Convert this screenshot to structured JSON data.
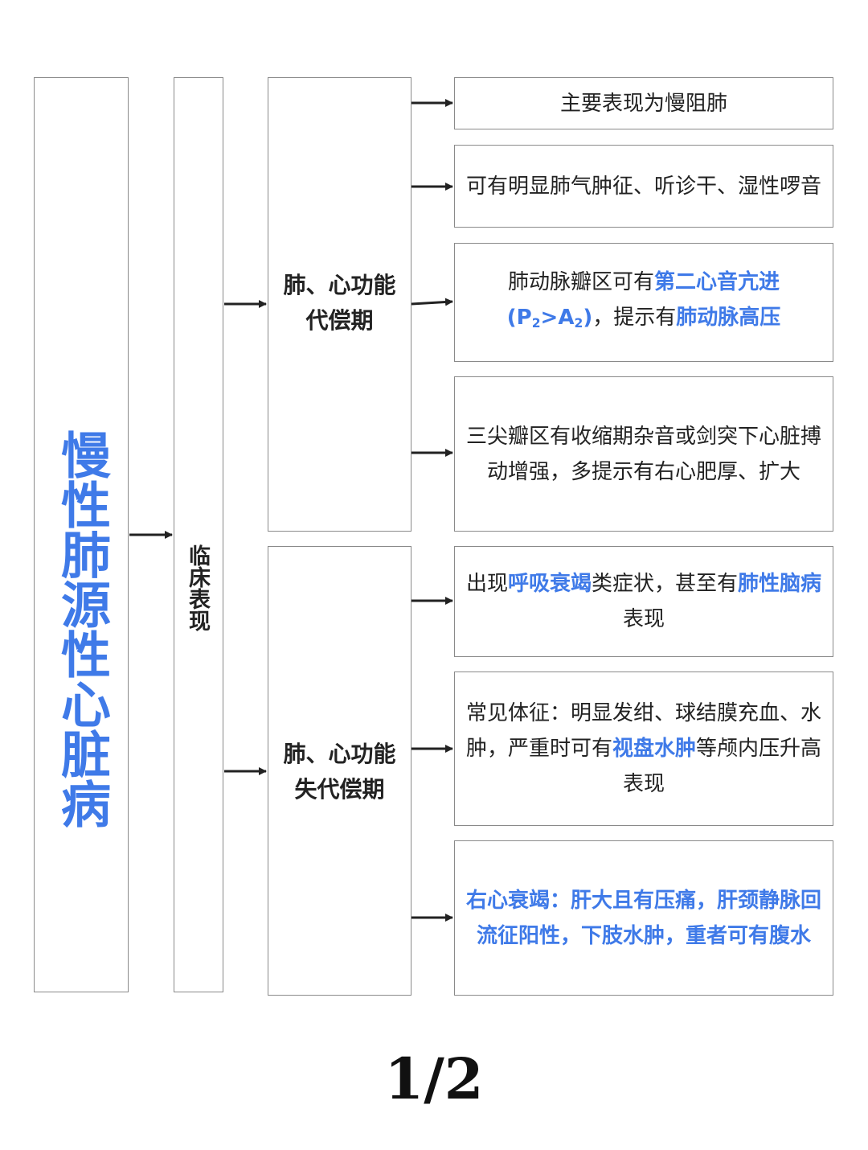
{
  "title": "慢性肺源性心脏病",
  "category": "临床表现",
  "stages": [
    {
      "label_line1": "肺、心功能",
      "label_line2": "代偿期"
    },
    {
      "label_line1": "肺、心功能",
      "label_line2": "失代偿期"
    }
  ],
  "findings": [
    {
      "parts": [
        {
          "t": "主要表现为慢阻肺"
        }
      ]
    },
    {
      "parts": [
        {
          "t": "可有明显肺气肿征、听诊干、湿性啰音"
        }
      ]
    },
    {
      "p1": "肺动脉瓣区可有",
      "h1": "第二心音亢进",
      "h2a": "(P",
      "h2sub1": "2",
      "h2b": ">A",
      "h2sub2": "2",
      "h2c": ")",
      "p2": "，提示有",
      "h3": "肺动脉高压"
    },
    {
      "parts": [
        {
          "t": "三尖瓣区有收缩期杂音或剑突下心脏搏动增强，多提示有右心肥厚、扩大"
        }
      ]
    },
    {
      "p1": "出现",
      "h1": "呼吸衰竭",
      "p2": "类症状，甚至有",
      "h2": "肺性脑病",
      "p3": "表现"
    },
    {
      "p1": "常见体征：明显发绀、球结膜充血、水肿，严重时可有",
      "h1": "视盘水肿",
      "p2": "等颅内压升高表现"
    },
    {
      "h1": "右心衰竭：肝大且有压痛，肝颈静脉回流征阳性，下肢水肿，重者可有腹水"
    }
  ],
  "page_indicator": "1/2",
  "colors": {
    "accent": "#3f7ae8",
    "border": "#8a8a8a",
    "arrow": "#222222"
  }
}
